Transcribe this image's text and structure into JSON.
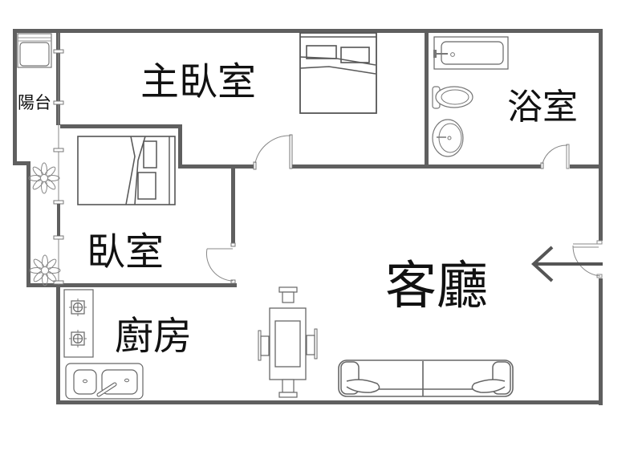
{
  "plan": {
    "rooms": {
      "balcony": "陽台",
      "master_bedroom": "主臥室",
      "bathroom": "浴室",
      "bedroom": "臥室",
      "kitchen": "廚房",
      "living_room": "客廳"
    },
    "colors": {
      "wall": "#5f5f5f",
      "line": "#5a5a5a",
      "text": "#111111",
      "background": "#ffffff"
    }
  }
}
